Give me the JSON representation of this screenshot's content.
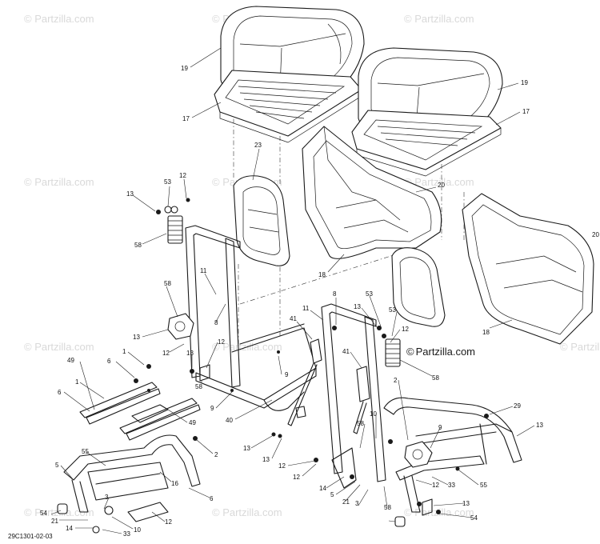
{
  "document_id": "29C1301-02-03",
  "watermark_text": "© Partzilla.com",
  "watermark_main_text": "Partzilla.com",
  "callouts": [
    {
      "id": "c19a",
      "label": "19"
    },
    {
      "id": "c17a",
      "label": "17"
    },
    {
      "id": "c19b",
      "label": "19"
    },
    {
      "id": "c17b",
      "label": "17"
    },
    {
      "id": "c23",
      "label": "23"
    },
    {
      "id": "c20a",
      "label": "20"
    },
    {
      "id": "c20b",
      "label": "20"
    },
    {
      "id": "c18a",
      "label": "18"
    },
    {
      "id": "c18b",
      "label": "18"
    },
    {
      "id": "c53a",
      "label": "53"
    },
    {
      "id": "c12a",
      "label": "12"
    },
    {
      "id": "c13a",
      "label": "13"
    },
    {
      "id": "c58a",
      "label": "58"
    },
    {
      "id": "c11a",
      "label": "11"
    },
    {
      "id": "c58b",
      "label": "58"
    },
    {
      "id": "c8a",
      "label": "8"
    },
    {
      "id": "c13b",
      "label": "13"
    },
    {
      "id": "c12b",
      "label": "12"
    },
    {
      "id": "c13c",
      "label": "13"
    },
    {
      "id": "c12c",
      "label": "12"
    },
    {
      "id": "c58c",
      "label": "58"
    },
    {
      "id": "c9a",
      "label": "9"
    },
    {
      "id": "c9b",
      "label": "9"
    },
    {
      "id": "c41a",
      "label": "41"
    },
    {
      "id": "c40",
      "label": "40"
    },
    {
      "id": "c8b",
      "label": "8"
    },
    {
      "id": "c11b",
      "label": "11"
    },
    {
      "id": "c53b",
      "label": "53"
    },
    {
      "id": "c13d",
      "label": "13"
    },
    {
      "id": "c53c",
      "label": "53"
    },
    {
      "id": "c12d",
      "label": "12"
    },
    {
      "id": "c41b",
      "label": "41"
    },
    {
      "id": "c58d",
      "label": "58"
    },
    {
      "id": "c49a",
      "label": "49"
    },
    {
      "id": "c1a",
      "label": "1"
    },
    {
      "id": "c6a",
      "label": "6"
    },
    {
      "id": "c1b",
      "label": "1"
    },
    {
      "id": "c6b",
      "label": "6"
    },
    {
      "id": "c49b",
      "label": "49"
    },
    {
      "id": "c2a",
      "label": "2"
    },
    {
      "id": "c55a",
      "label": "55"
    },
    {
      "id": "c5a",
      "label": "5"
    },
    {
      "id": "c16",
      "label": "16"
    },
    {
      "id": "c6c",
      "label": "6"
    },
    {
      "id": "c3a",
      "label": "3"
    },
    {
      "id": "c54a",
      "label": "54"
    },
    {
      "id": "c21a",
      "label": "21"
    },
    {
      "id": "c14a",
      "label": "14"
    },
    {
      "id": "c10a",
      "label": "10"
    },
    {
      "id": "c33a",
      "label": "33"
    },
    {
      "id": "c12e",
      "label": "12"
    },
    {
      "id": "c13e",
      "label": "13"
    },
    {
      "id": "c13f",
      "label": "13"
    },
    {
      "id": "c12f",
      "label": "12"
    },
    {
      "id": "c12g",
      "label": "12"
    },
    {
      "id": "c10b",
      "label": "10"
    },
    {
      "id": "c58e",
      "label": "58"
    },
    {
      "id": "c2b",
      "label": "2"
    },
    {
      "id": "c29",
      "label": "29"
    },
    {
      "id": "c13g",
      "label": "13"
    },
    {
      "id": "c9c",
      "label": "9"
    },
    {
      "id": "c55b",
      "label": "55"
    },
    {
      "id": "c12h",
      "label": "12"
    },
    {
      "id": "c33b",
      "label": "33"
    },
    {
      "id": "c14b",
      "label": "14"
    },
    {
      "id": "c5b",
      "label": "5"
    },
    {
      "id": "c21b",
      "label": "21"
    },
    {
      "id": "c3b",
      "label": "3"
    },
    {
      "id": "c58f",
      "label": "58"
    },
    {
      "id": "c13h",
      "label": "13"
    },
    {
      "id": "c54b",
      "label": "54"
    }
  ]
}
